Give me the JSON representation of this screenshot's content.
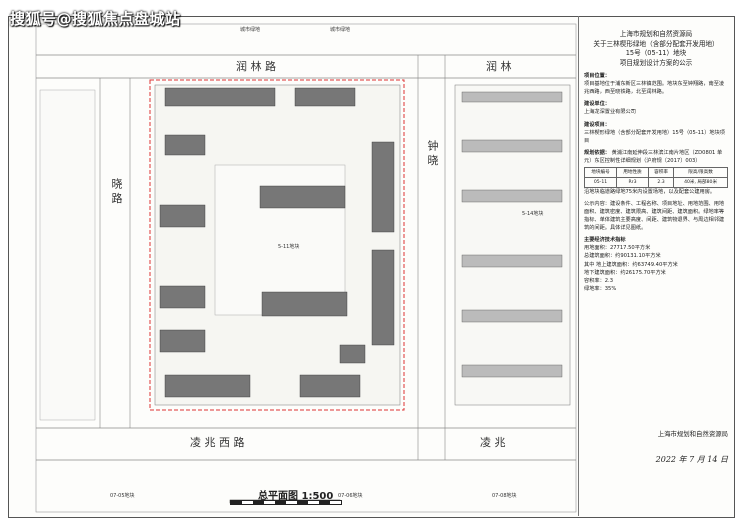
{
  "watermark": "搜狐号@搜狐焦点盘城站",
  "panel": {
    "header": [
      "上海市规划和自然资源局",
      "关于三林楔形绿地（含部分配套开发用地）",
      "15号（05-11）地块",
      "项目规划设计方案的公示"
    ],
    "location_label": "项目位置：",
    "location_text": "项目基地位于浦东新区三林镇范围。地块东至钟翔路，南至凌兆西路，西至晓铁路，北至润林路。",
    "builder_label": "建设单位：",
    "builder_text": "上海龙深置业有限公司",
    "project_label": "建设项目：",
    "project_text": "三林楔形绿地（含部分配套开发用地）15号（05-11）地块项目",
    "planning_label": "规划依据：",
    "planning_text": "黄浦江南延伸段三林滨江南片地区（ZD0801 单元）东区控制性详细规划（沪府规〔2017〕003）",
    "table_headers": [
      "地块编号",
      "用地性质",
      "容积率",
      "限高/限高数"
    ],
    "table_row": [
      "05-11",
      "Rr3",
      "2.3",
      "40米, 局部80米"
    ],
    "note": "沿地块临道路绿地75米内设置场地，以及配套公建用房。",
    "publicity_text": "公示内容：建设条件、工程名称、项目地址、用地范围、用地面积、建筑密度、建筑限高、建筑间距、建筑面积。绿地率等指标、单体建筑主要高度、间距、建筑物退界、与周边相邻建筑的间距。具体详见图纸。",
    "indicators_label": "主要经济技术指标",
    "indicators": [
      "用地面积：27717.50平方米",
      "总建筑面积：约90131.10平方米",
      "其中 地上建筑面积：约63749.40平方米",
      "地下建筑面积：约26175.70平方米",
      "容积率：2.3",
      "绿地率：35%"
    ],
    "footer_org": "上海市规划和自然资源局",
    "footer_date": "2022 年 7 月 14 日"
  },
  "plan": {
    "road_north": "润 林 路",
    "road_north_right": "润 林",
    "road_south": "凌 兆 西 路",
    "road_south_right": "凌 兆",
    "road_west": "晓 路",
    "road_east": "钟 晓",
    "plot_main": "5-11地块",
    "plot_east": "5-14地块",
    "plot_south_1": "07-05地块",
    "plot_south_2": "07-06地块",
    "plot_south_3": "07-08地块",
    "top_label_1": "城市绿地",
    "top_label_2": "城市绿地",
    "title": "总平面图 1:500"
  }
}
